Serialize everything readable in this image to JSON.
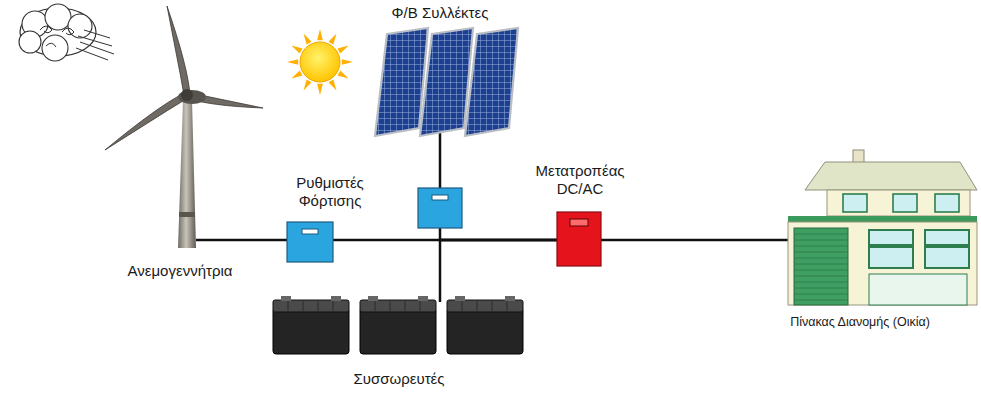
{
  "diagram": {
    "nodes": [
      {
        "text": [
          "Ανεμογεννήτρια"
        ]
      },
      {
        "text": [
          "Ρυθμιστές Φόρτισης"
        ]
      },
      {
        "text": [
          "Φ/Β Συλλέκτες"
        ]
      },
      {
        "text": [
          "Μετατροπέας DC/AC"
        ]
      },
      {
        "text": [
          "Πίνακας Διανομής (Οικία)"
        ]
      },
      {
        "text": [
          "Συσσωρευτές"
        ]
      }
    ],
    "edges": [
      {
        "from": 0,
        "to": 1,
        "arrow": "none"
      },
      {
        "from": 1,
        "to": 3,
        "arrow": "none"
      },
      {
        "from": 2,
        "to": 3,
        "arrow": "none"
      },
      {
        "from": 5,
        "to": 3,
        "arrow": "none"
      },
      {
        "from": 3,
        "to": 4,
        "arrow": "none"
      }
    ]
  }
}
